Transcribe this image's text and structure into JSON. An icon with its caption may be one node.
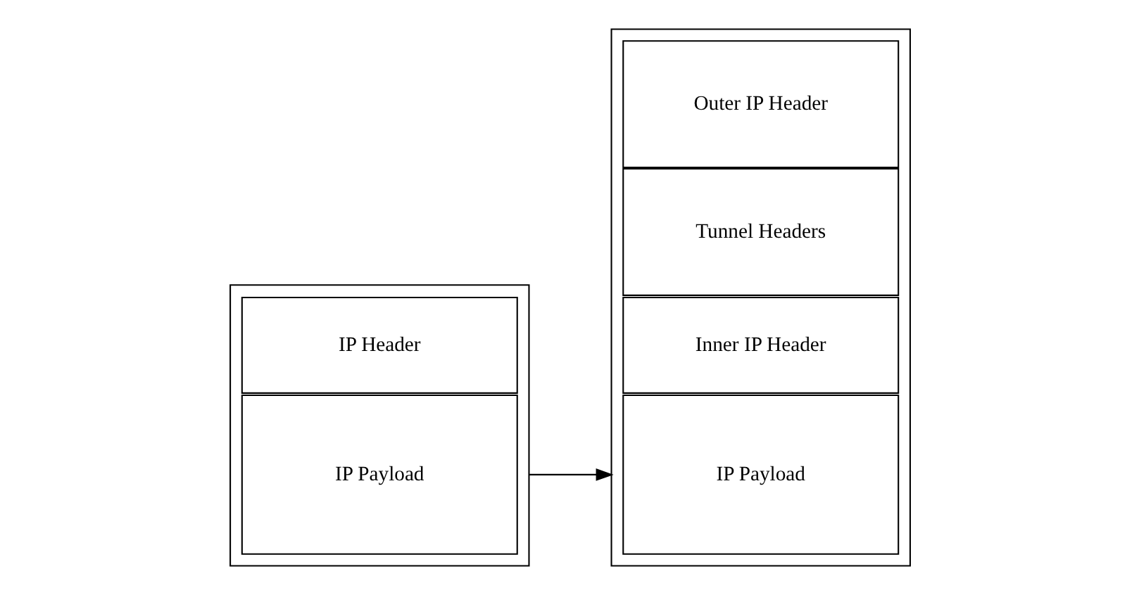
{
  "diagram": {
    "nodes": [
      {
        "text": [],
        "shape": "box"
      },
      {
        "text": [
          "IP Header"
        ],
        "in": 0
      },
      {
        "text": [
          "IP Payload"
        ],
        "in": 0
      },
      {
        "text": [],
        "shape": "box"
      },
      {
        "text": [
          "Outer IP Header"
        ],
        "in": 3
      },
      {
        "text": [
          "Tunnel Headers"
        ],
        "in": 3
      },
      {
        "text": [
          "Inner IP Header"
        ],
        "in": 3
      },
      {
        "text": [
          "IP Payload"
        ],
        "in": 3
      }
    ],
    "edges": [
      {
        "from": 0,
        "to": 3,
        "arrow": "to"
      }
    ]
  }
}
